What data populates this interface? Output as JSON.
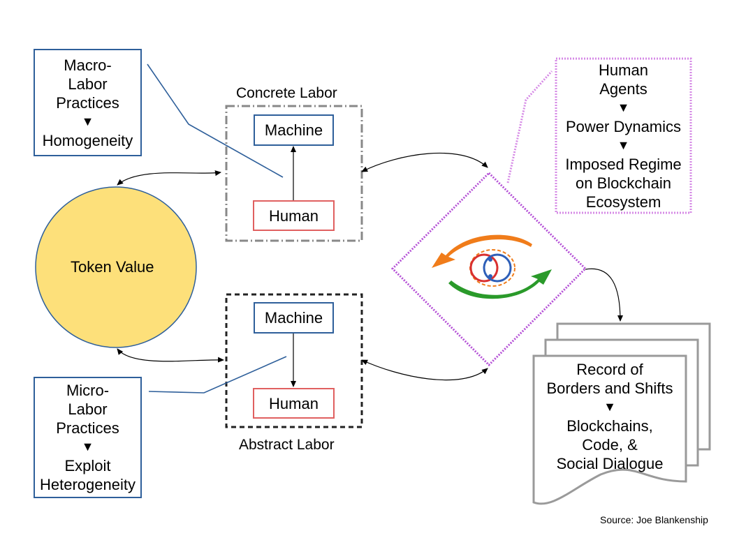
{
  "macro_box": {
    "line1": "Macro-",
    "line2": "Labor",
    "line3": "Practices",
    "arrow": "▼",
    "line4": "Homogeneity"
  },
  "micro_box": {
    "line1": "Micro-",
    "line2": "Labor",
    "line3": "Practices",
    "arrow": "▼",
    "line4": "Exploit",
    "line5": "Heterogeneity"
  },
  "concrete": {
    "title": "Concrete Labor",
    "machine": "Machine",
    "human": "Human"
  },
  "abstract": {
    "title": "Abstract Labor",
    "machine": "Machine",
    "human": "Human"
  },
  "token": {
    "label": "Token Value"
  },
  "agents_box": {
    "line1": "Human",
    "line2": "Agents",
    "arrow1": "▼",
    "line3": "Power Dynamics",
    "arrow2": "▼",
    "line4": "Imposed Regime",
    "line5": "on Blockchain",
    "line6": "Ecosystem"
  },
  "record": {
    "line1": "Record of",
    "line2": "Borders and Shifts",
    "arrow": "▼",
    "line3": "Blockchains,",
    "line4": "Code, &",
    "line5": "Social Dialogue"
  },
  "source": "Source: Joe Blankenship",
  "colors": {
    "blue": "#2e5f9a",
    "red": "#e06060",
    "yellow": "#fde07a",
    "purple": "#b44fd6",
    "orange": "#f07c1a",
    "green": "#2a9a2a"
  }
}
